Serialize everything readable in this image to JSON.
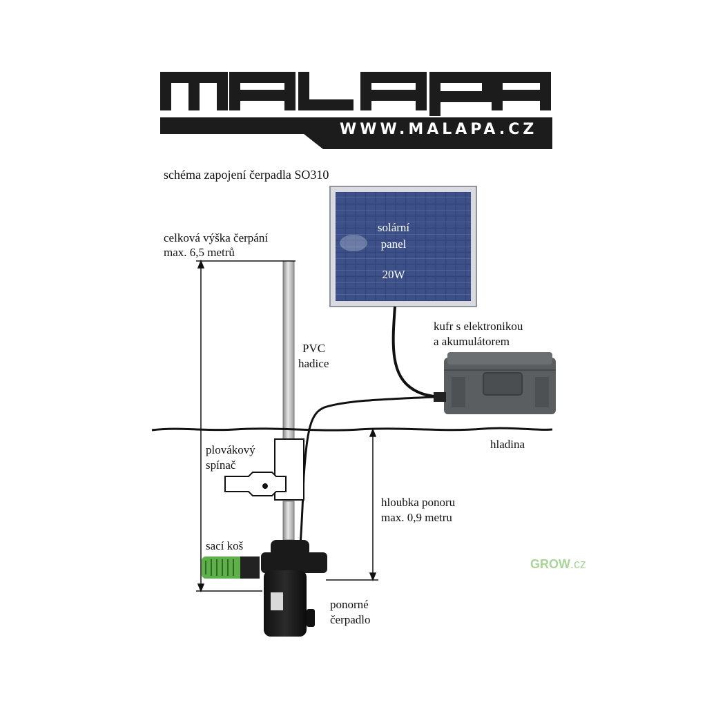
{
  "logo": {
    "brand": "MALAPA",
    "url": "WWW.MALAPA.CZ"
  },
  "diagram": {
    "title": "schéma zapojení čerpadla SO310",
    "height_label": [
      "celková výška čerpání",
      "max. 6,5 metrů"
    ],
    "solar_panel": [
      "solární",
      "panel",
      "20W"
    ],
    "case_label": [
      "kufr s elektronikou",
      "a akumulátorem"
    ],
    "hose_label": [
      "PVC",
      "hadice"
    ],
    "water_label": "hladina",
    "float_label": [
      "plovákový",
      "spínač"
    ],
    "depth_label": [
      "hloubka ponoru",
      "max. 0,9 metru"
    ],
    "strainer_label": "sací koš",
    "pump_label": [
      "ponorné",
      "čerpadlo"
    ]
  },
  "watermark": {
    "text": "GROW",
    "tld": ".cz"
  },
  "colors": {
    "logo_dark": "#1c1c1c",
    "panel_blue": "#3a4a7e",
    "case_gray": "#55595c",
    "strainer_green": "#5fb04a",
    "watermark_green": "#a9d59a"
  }
}
